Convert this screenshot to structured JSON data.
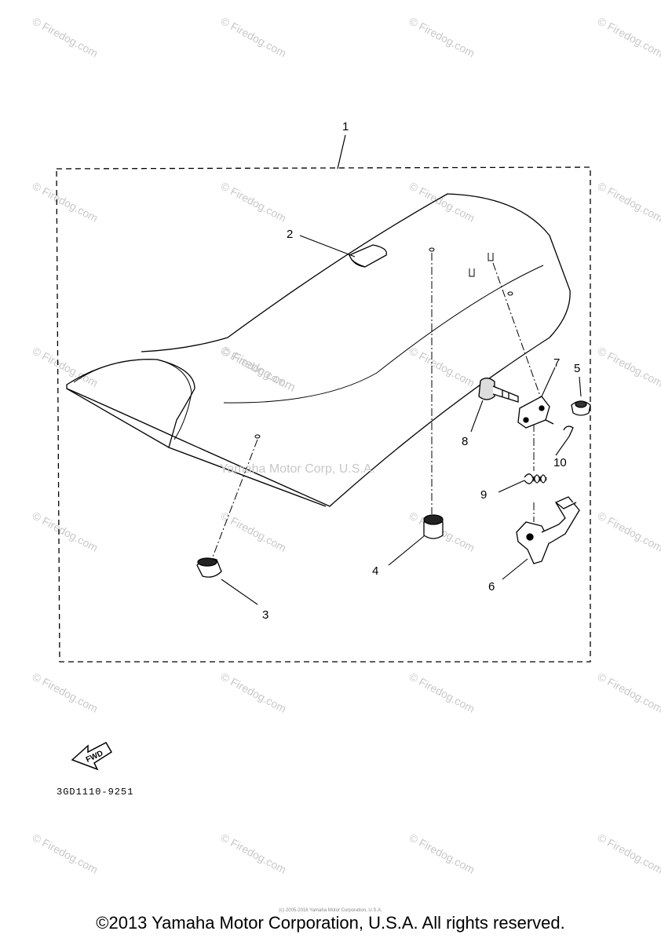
{
  "diagram": {
    "callouts": [
      "1",
      "2",
      "3",
      "4",
      "5",
      "6",
      "7",
      "8",
      "9",
      "10"
    ],
    "fwd_label": "FWD",
    "drawing_ref": "3GD1110-9251",
    "watermark_center": "Yamaha Motor Corp, U.S.A.",
    "watermark_tile": "© Firedog.com"
  },
  "footer": {
    "copyright": "©2013 Yamaha Motor Corporation, U.S.A. All rights reserved.",
    "tiny_copyright": "(c) 2005-2016 Yamaha Motor Corporation, U.S.A."
  }
}
